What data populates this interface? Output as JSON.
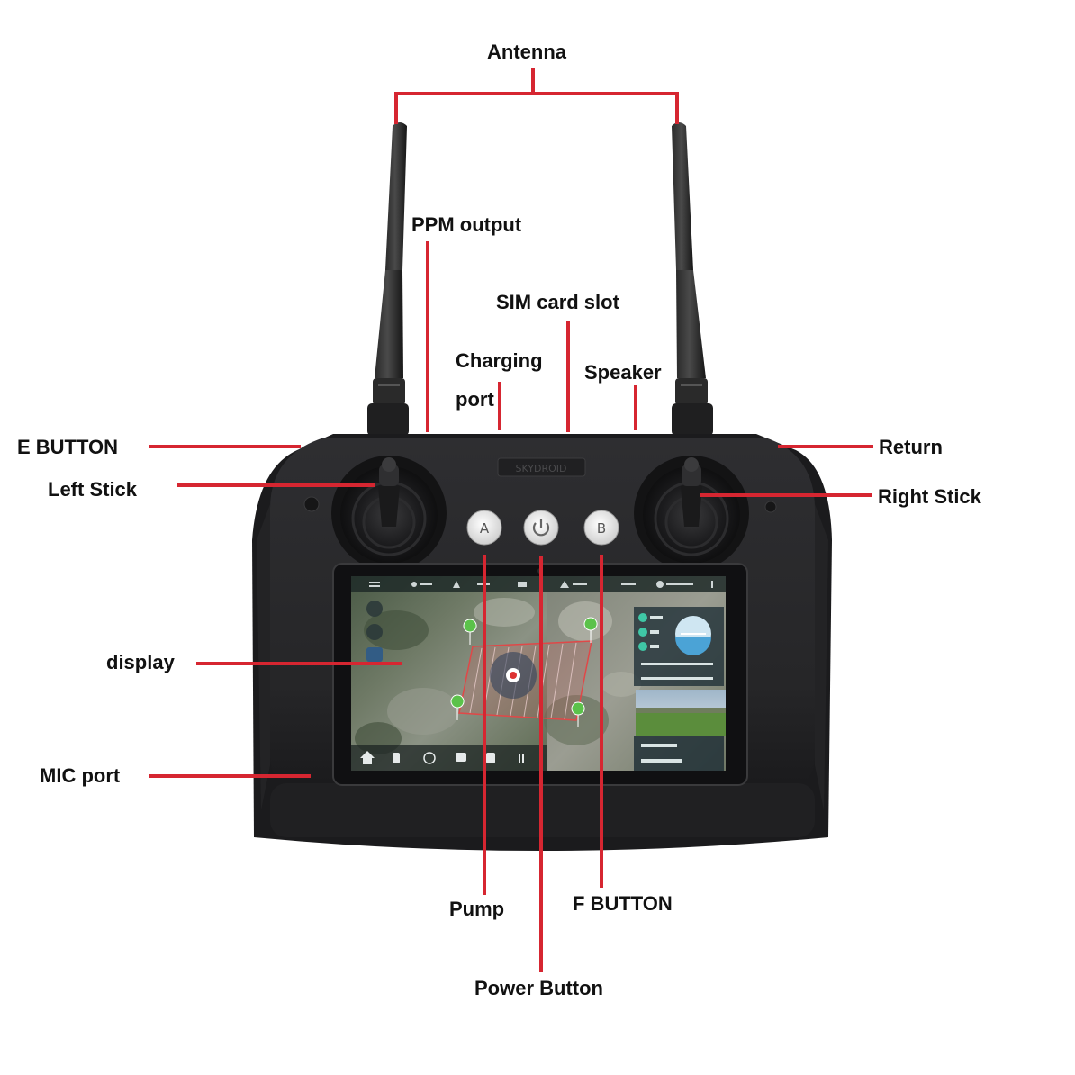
{
  "colors": {
    "leader": "#d62631",
    "body": "#2b2b2d",
    "body_dark": "#1b1b1d",
    "label": "#111111"
  },
  "labels": {
    "antenna": "Antenna",
    "ppm_output": "PPM output",
    "sim_card_slot": "SIM card slot",
    "charging_line1": "Charging",
    "charging_line2": "port",
    "speaker": "Speaker",
    "e_button": "E BUTTON",
    "left_stick": "Left Stick",
    "return": "Return",
    "right_stick": "Right Stick",
    "display": "display",
    "mic_port": "MIC port",
    "pump": "Pump",
    "f_button": "F BUTTON",
    "power_button": "Power Button"
  },
  "device": {
    "brand_plate": "SKYDROID",
    "button_a": "A",
    "button_b": "B"
  },
  "icons": {
    "power": "power-icon",
    "waypoint": "map-pin-icon",
    "home": "home-icon",
    "horizon": "attitude-indicator-icon"
  }
}
